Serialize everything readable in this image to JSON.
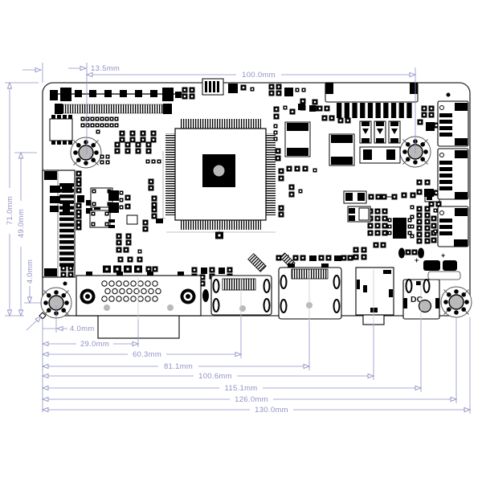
{
  "drawing": {
    "description": "PCB mechanical dimension drawing",
    "dc_jack_label": "DC",
    "capacitor_polarity_marks": [
      "+",
      "+"
    ]
  },
  "colors": {
    "dimension_lines": "#8f92c4",
    "silkscreen": "#000000",
    "pad_gray": "#b9b9b9",
    "background": "#ffffff"
  },
  "dimensions": {
    "top": [
      {
        "label": "13.5mm",
        "mm": 13.5
      },
      {
        "label": "100.0mm",
        "mm": 100.0
      }
    ],
    "left": [
      {
        "label": "71.0mm",
        "mm": 71.0
      },
      {
        "label": "49.0mm",
        "mm": 49.0
      },
      {
        "label": "4.0mm",
        "mm": 4.0
      }
    ],
    "bottom": [
      {
        "label": "4.0mm",
        "mm": 4.0
      },
      {
        "label": "29.0mm",
        "mm": 29.0
      },
      {
        "label": "60.3mm",
        "mm": 60.3
      },
      {
        "label": "81.1mm",
        "mm": 81.1
      },
      {
        "label": "100.6mm",
        "mm": 100.6
      },
      {
        "label": "115.1mm",
        "mm": 115.1
      },
      {
        "label": "126.0mm",
        "mm": 126.0
      },
      {
        "label": "130.0mm",
        "mm": 130.0
      }
    ]
  }
}
